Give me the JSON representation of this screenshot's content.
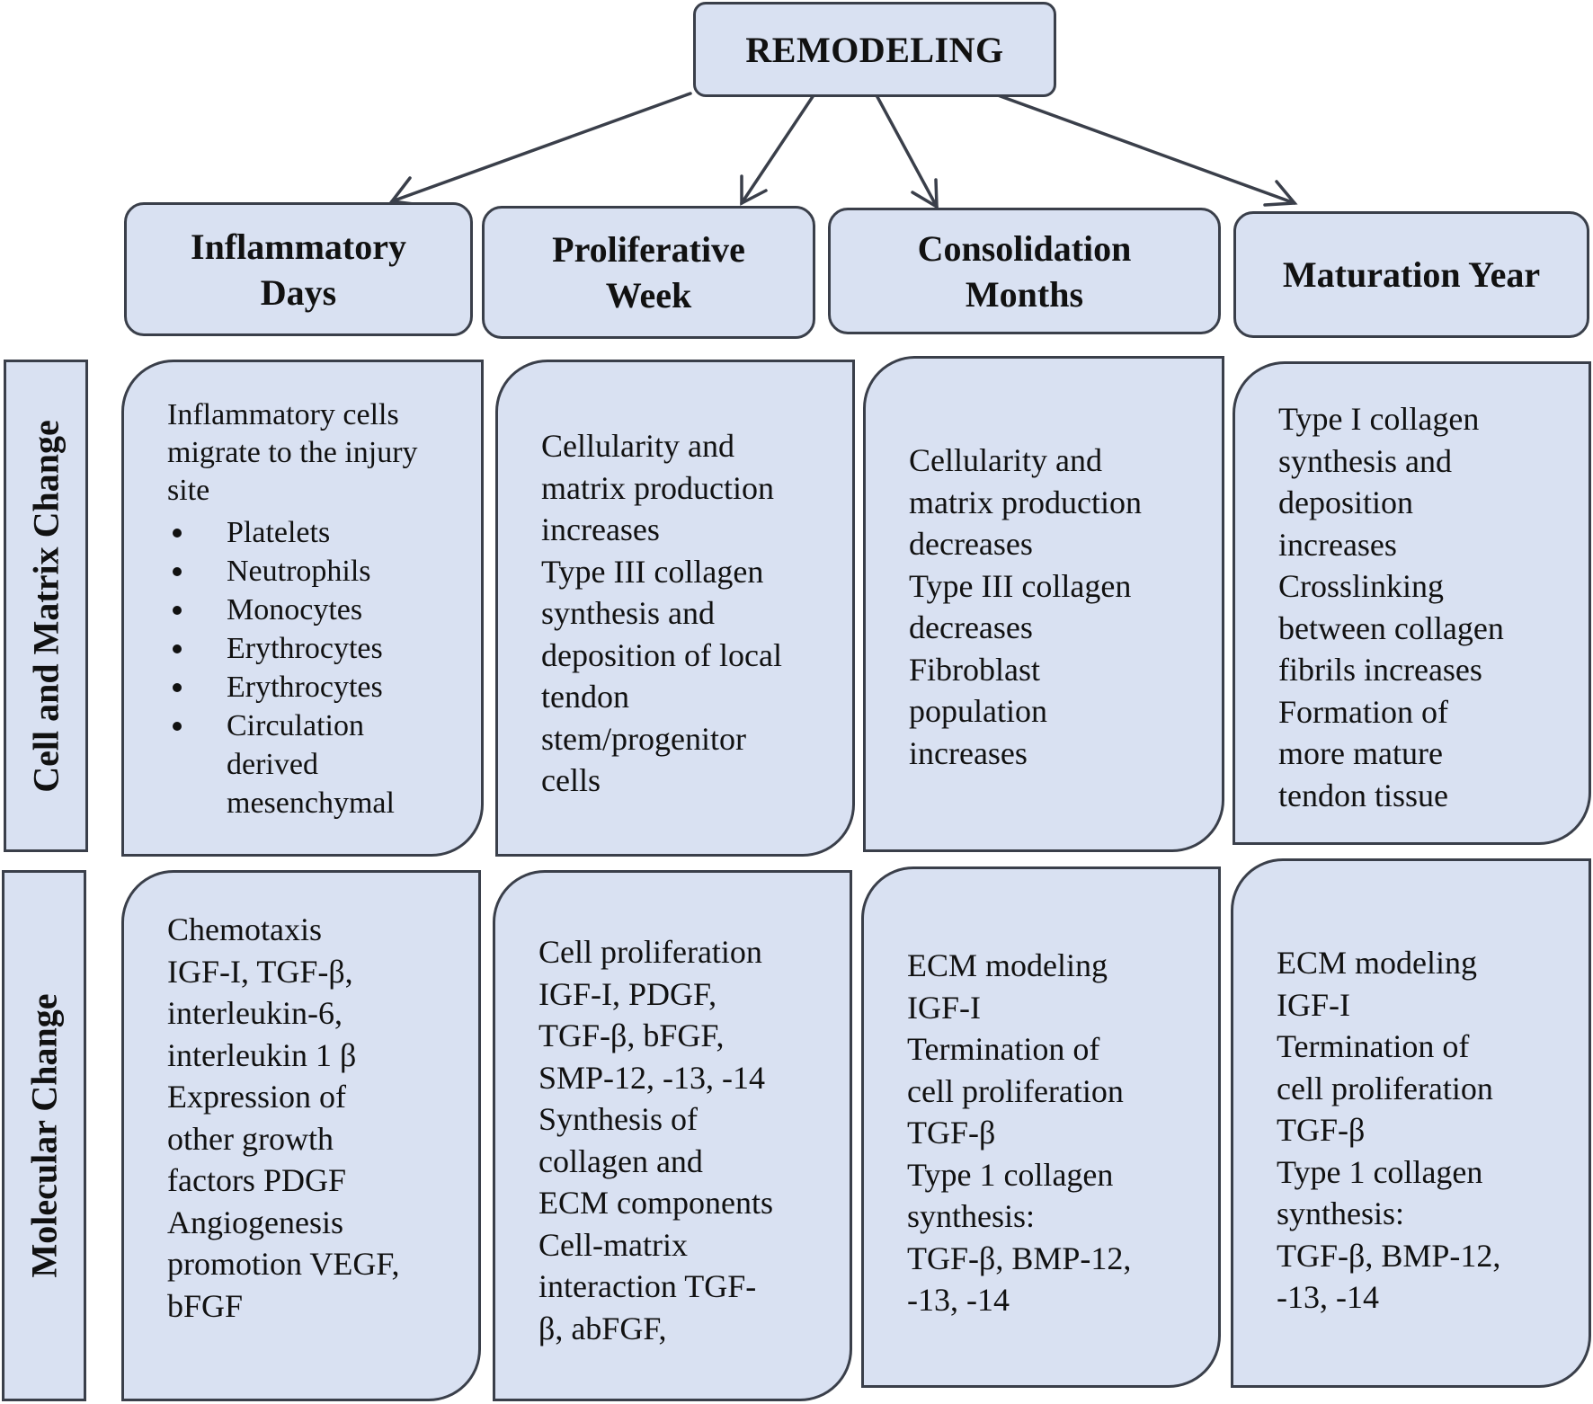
{
  "root": {
    "label": "REMODELING"
  },
  "stages": [
    {
      "line1": "Inflammatory",
      "line2": "Days"
    },
    {
      "line1": "Proliferative",
      "line2": "Week"
    },
    {
      "line1": "Consolidation",
      "line2": "Months"
    },
    {
      "line1": "Maturation Year",
      "line2": ""
    }
  ],
  "row_labels": {
    "cell_matrix": "Cell and Matrix Change",
    "molecular": "Molecular Change"
  },
  "cell_matrix": {
    "inflammatory": {
      "lines": [
        "Inflammatory cells",
        "migrate to the injury",
        "site"
      ],
      "bullets": [
        "Platelets",
        "Neutrophils",
        "Monocytes",
        "Erythrocytes",
        "Erythrocytes"
      ],
      "last_bullet": [
        "Circulation",
        "derived",
        "mesenchymal"
      ]
    },
    "proliferative": [
      "Cellularity and",
      "matrix production",
      "increases",
      "Type III collagen",
      "synthesis and",
      "deposition of local",
      "tendon",
      "stem/progenitor",
      "cells"
    ],
    "consolidation": [
      "Cellularity and",
      "matrix production",
      "decreases",
      "Type III collagen",
      "decreases",
      "Fibroblast",
      "population",
      "increases"
    ],
    "maturation": [
      "Type I collagen",
      "synthesis and",
      "deposition",
      "increases",
      "Crosslinking",
      "between collagen",
      "fibrils increases",
      "Formation of",
      "more mature",
      "tendon tissue"
    ]
  },
  "molecular": {
    "inflammatory": [
      "Chemotaxis",
      "IGF-I, TGF-β,",
      "interleukin-6,",
      "interleukin 1 β",
      "Expression of",
      "other growth",
      "factors PDGF",
      "Angiogenesis",
      "promotion VEGF,",
      "bFGF"
    ],
    "proliferative": [
      "Cell proliferation",
      "IGF-I, PDGF,",
      "TGF-β, bFGF,",
      "SMP-12, -13, -14",
      "Synthesis of",
      "collagen and",
      "ECM components",
      "Cell-matrix",
      "interaction TGF-",
      "β, abFGF,"
    ],
    "consolidation": [
      "ECM modeling",
      "IGF-I",
      "Termination of",
      "cell proliferation",
      "TGF-β",
      "Type 1 collagen",
      "synthesis:",
      "TGF-β, BMP-12,",
      "-13, -14"
    ],
    "maturation": [
      "ECM modeling",
      "IGF-I",
      "Termination of",
      "cell proliferation",
      "TGF-β",
      "Type 1 collagen",
      "synthesis:",
      "TGF-β, BMP-12,",
      "-13, -14"
    ]
  }
}
